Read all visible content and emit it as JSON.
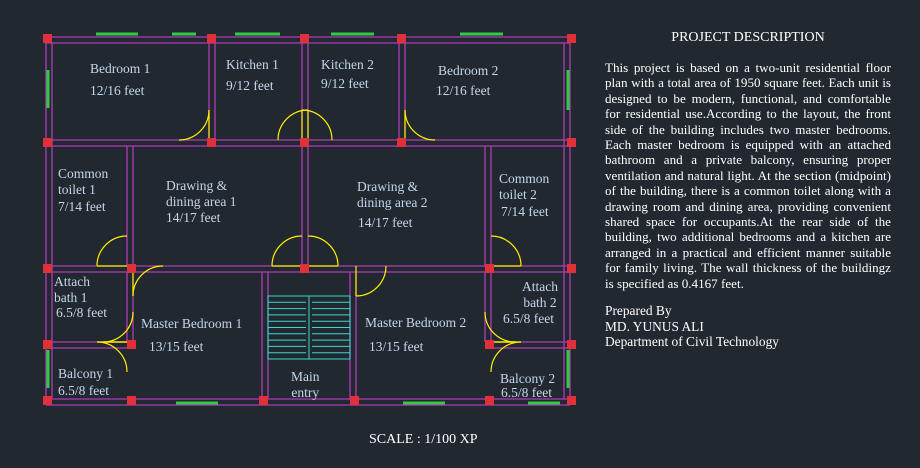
{
  "rooms": {
    "bedroom_1": {
      "name": "Bedroom 1",
      "size": "12/16 feet"
    },
    "kitchen_1": {
      "name": "Kitchen 1",
      "size": "9/12 feet"
    },
    "kitchen_2": {
      "name": "Kitchen 2",
      "size": "9/12 feet"
    },
    "bedroom_2": {
      "name": "Bedroom 2",
      "size": "12/16 feet"
    },
    "common_toilet_1": {
      "name": "Common\ntoilet 1",
      "size": "7/14 feet"
    },
    "drawing_1": {
      "name": "Drawing &\ndining area 1",
      "size": "14/17 feet"
    },
    "drawing_2": {
      "name": "Drawing &\ndining area 2",
      "size": "14/17 feet"
    },
    "common_toilet_2": {
      "name": "Common\ntoilet 2",
      "size": "7/14 feet"
    },
    "attach_bath_1": {
      "name": "Attach\nbath 1",
      "size": "6.5/8 feet"
    },
    "attach_bath_2": {
      "name": "Attach\nbath 2",
      "size": "6.5/8 feet"
    },
    "master_bedroom_1": {
      "name": "Master Bedroom 1",
      "size": "13/15 feet"
    },
    "master_bedroom_2": {
      "name": "Master Bedroom 2",
      "size": "13/15 feet"
    },
    "main_entry": {
      "name": "Main\nentry"
    },
    "balcony_1": {
      "name": "Balcony 1",
      "size": "6.5/8 feet"
    },
    "balcony_2": {
      "name": "Balcony 2",
      "size": "6.5/8 feet"
    }
  },
  "scale": "SCALE : 1/100 XP",
  "description": {
    "heading": "PROJECT DESCRIPTION",
    "body": "This project is based on a two-unit residential floor plan with a total area of 1950 square feet. Each unit is designed to be modern, functional, and comfortable for residential use.According to the layout, the front side of the building includes two master bedrooms. Each master bedroom is equipped with an attached bathroom and a private balcony, ensuring proper ventilation and natural light. At the section (midpoint) of the building, there is a common toilet along with a drawing room and dining area, providing convenient shared space for occupants.At the rear side of the building, two additional bedrooms and a kitchen are arranged in a practical and efficient manner suitable for family living. The wall thickness of the buildingz is specified as 0.4167 feet.",
    "prepared_by": "Prepared By",
    "author": "MD. YUNUS ALI",
    "department": "Department of Civil Technology"
  },
  "colors": {
    "background": "#212830",
    "wall": "#b03cb8",
    "column": "#e0303a",
    "window": "#2ecc40",
    "door": "#ffee00",
    "stair": "#3dd8cf",
    "label": "#c6d6ea"
  }
}
